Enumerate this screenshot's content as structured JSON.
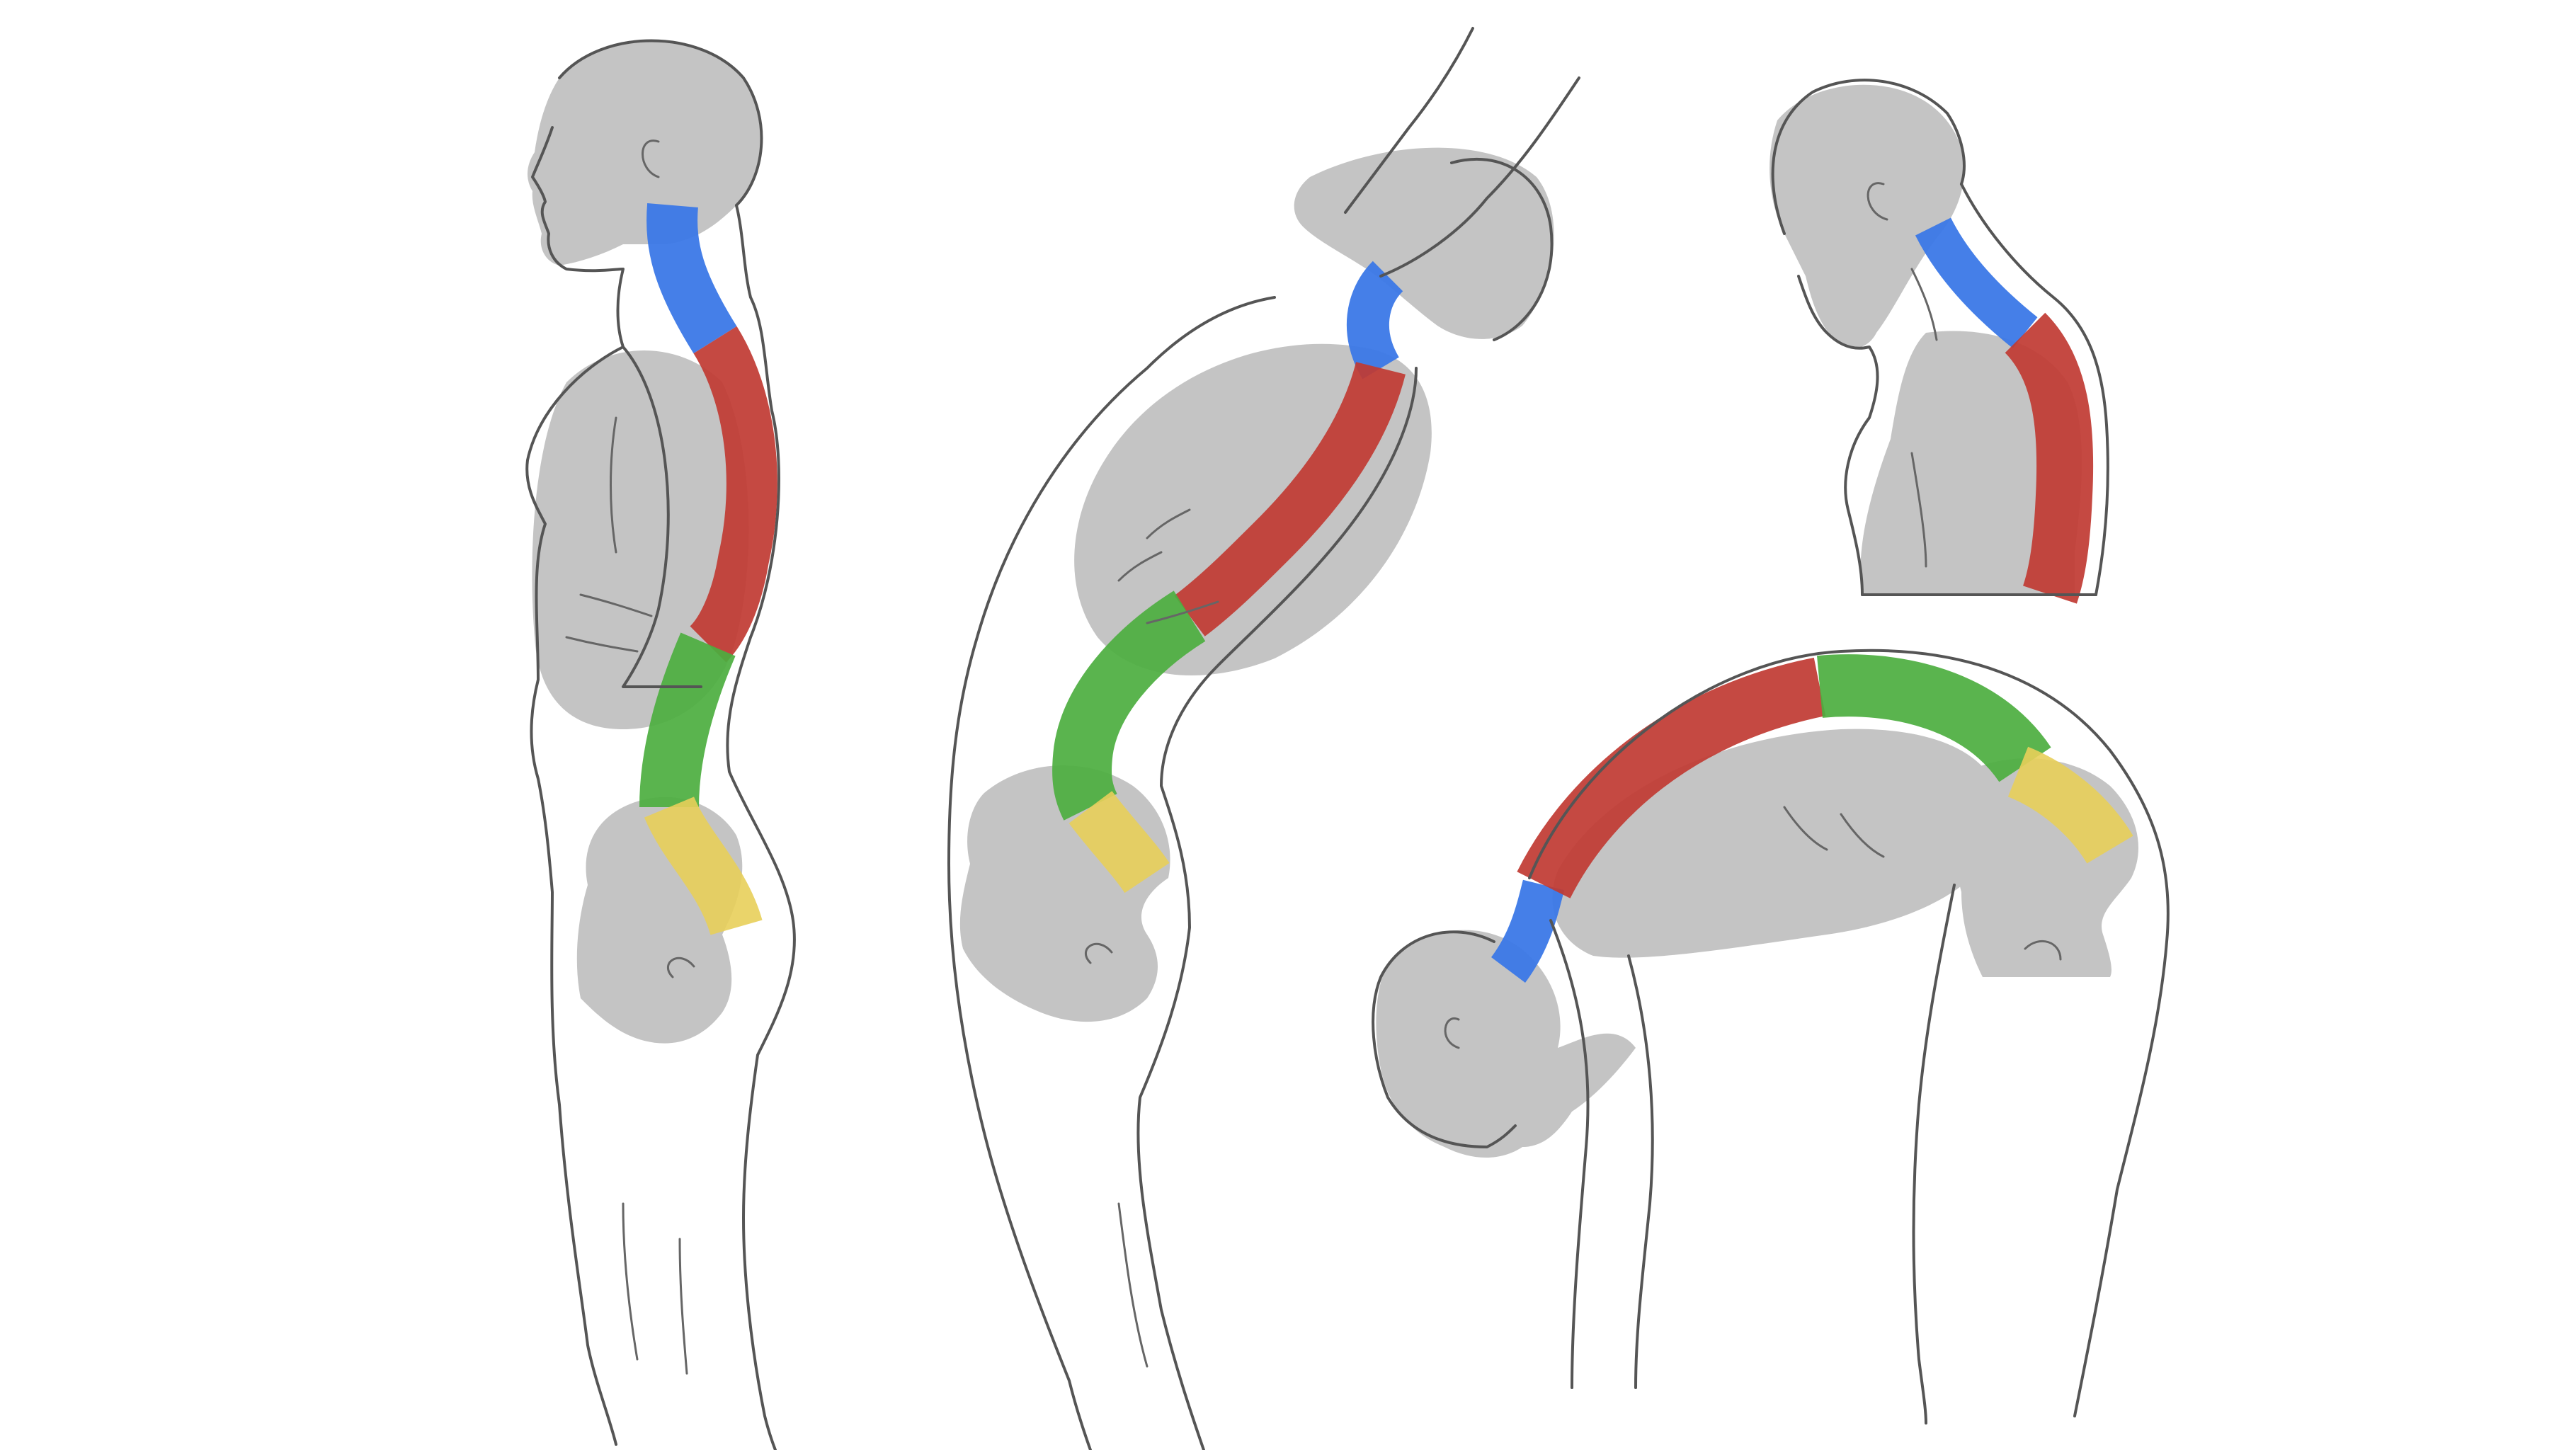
{
  "palette": {
    "background": "#ffffff",
    "mass": "#c4c4c4",
    "outline": "#555555",
    "cervical": "#3b78e7",
    "thoracic": "#c03a32",
    "lumbar": "#4cae3f",
    "sacral": "#e8cf5a"
  },
  "figures": [
    {
      "id": "standing-upright"
    },
    {
      "id": "backward-bend"
    },
    {
      "id": "head-flexed-forward"
    },
    {
      "id": "forward-bend"
    }
  ]
}
